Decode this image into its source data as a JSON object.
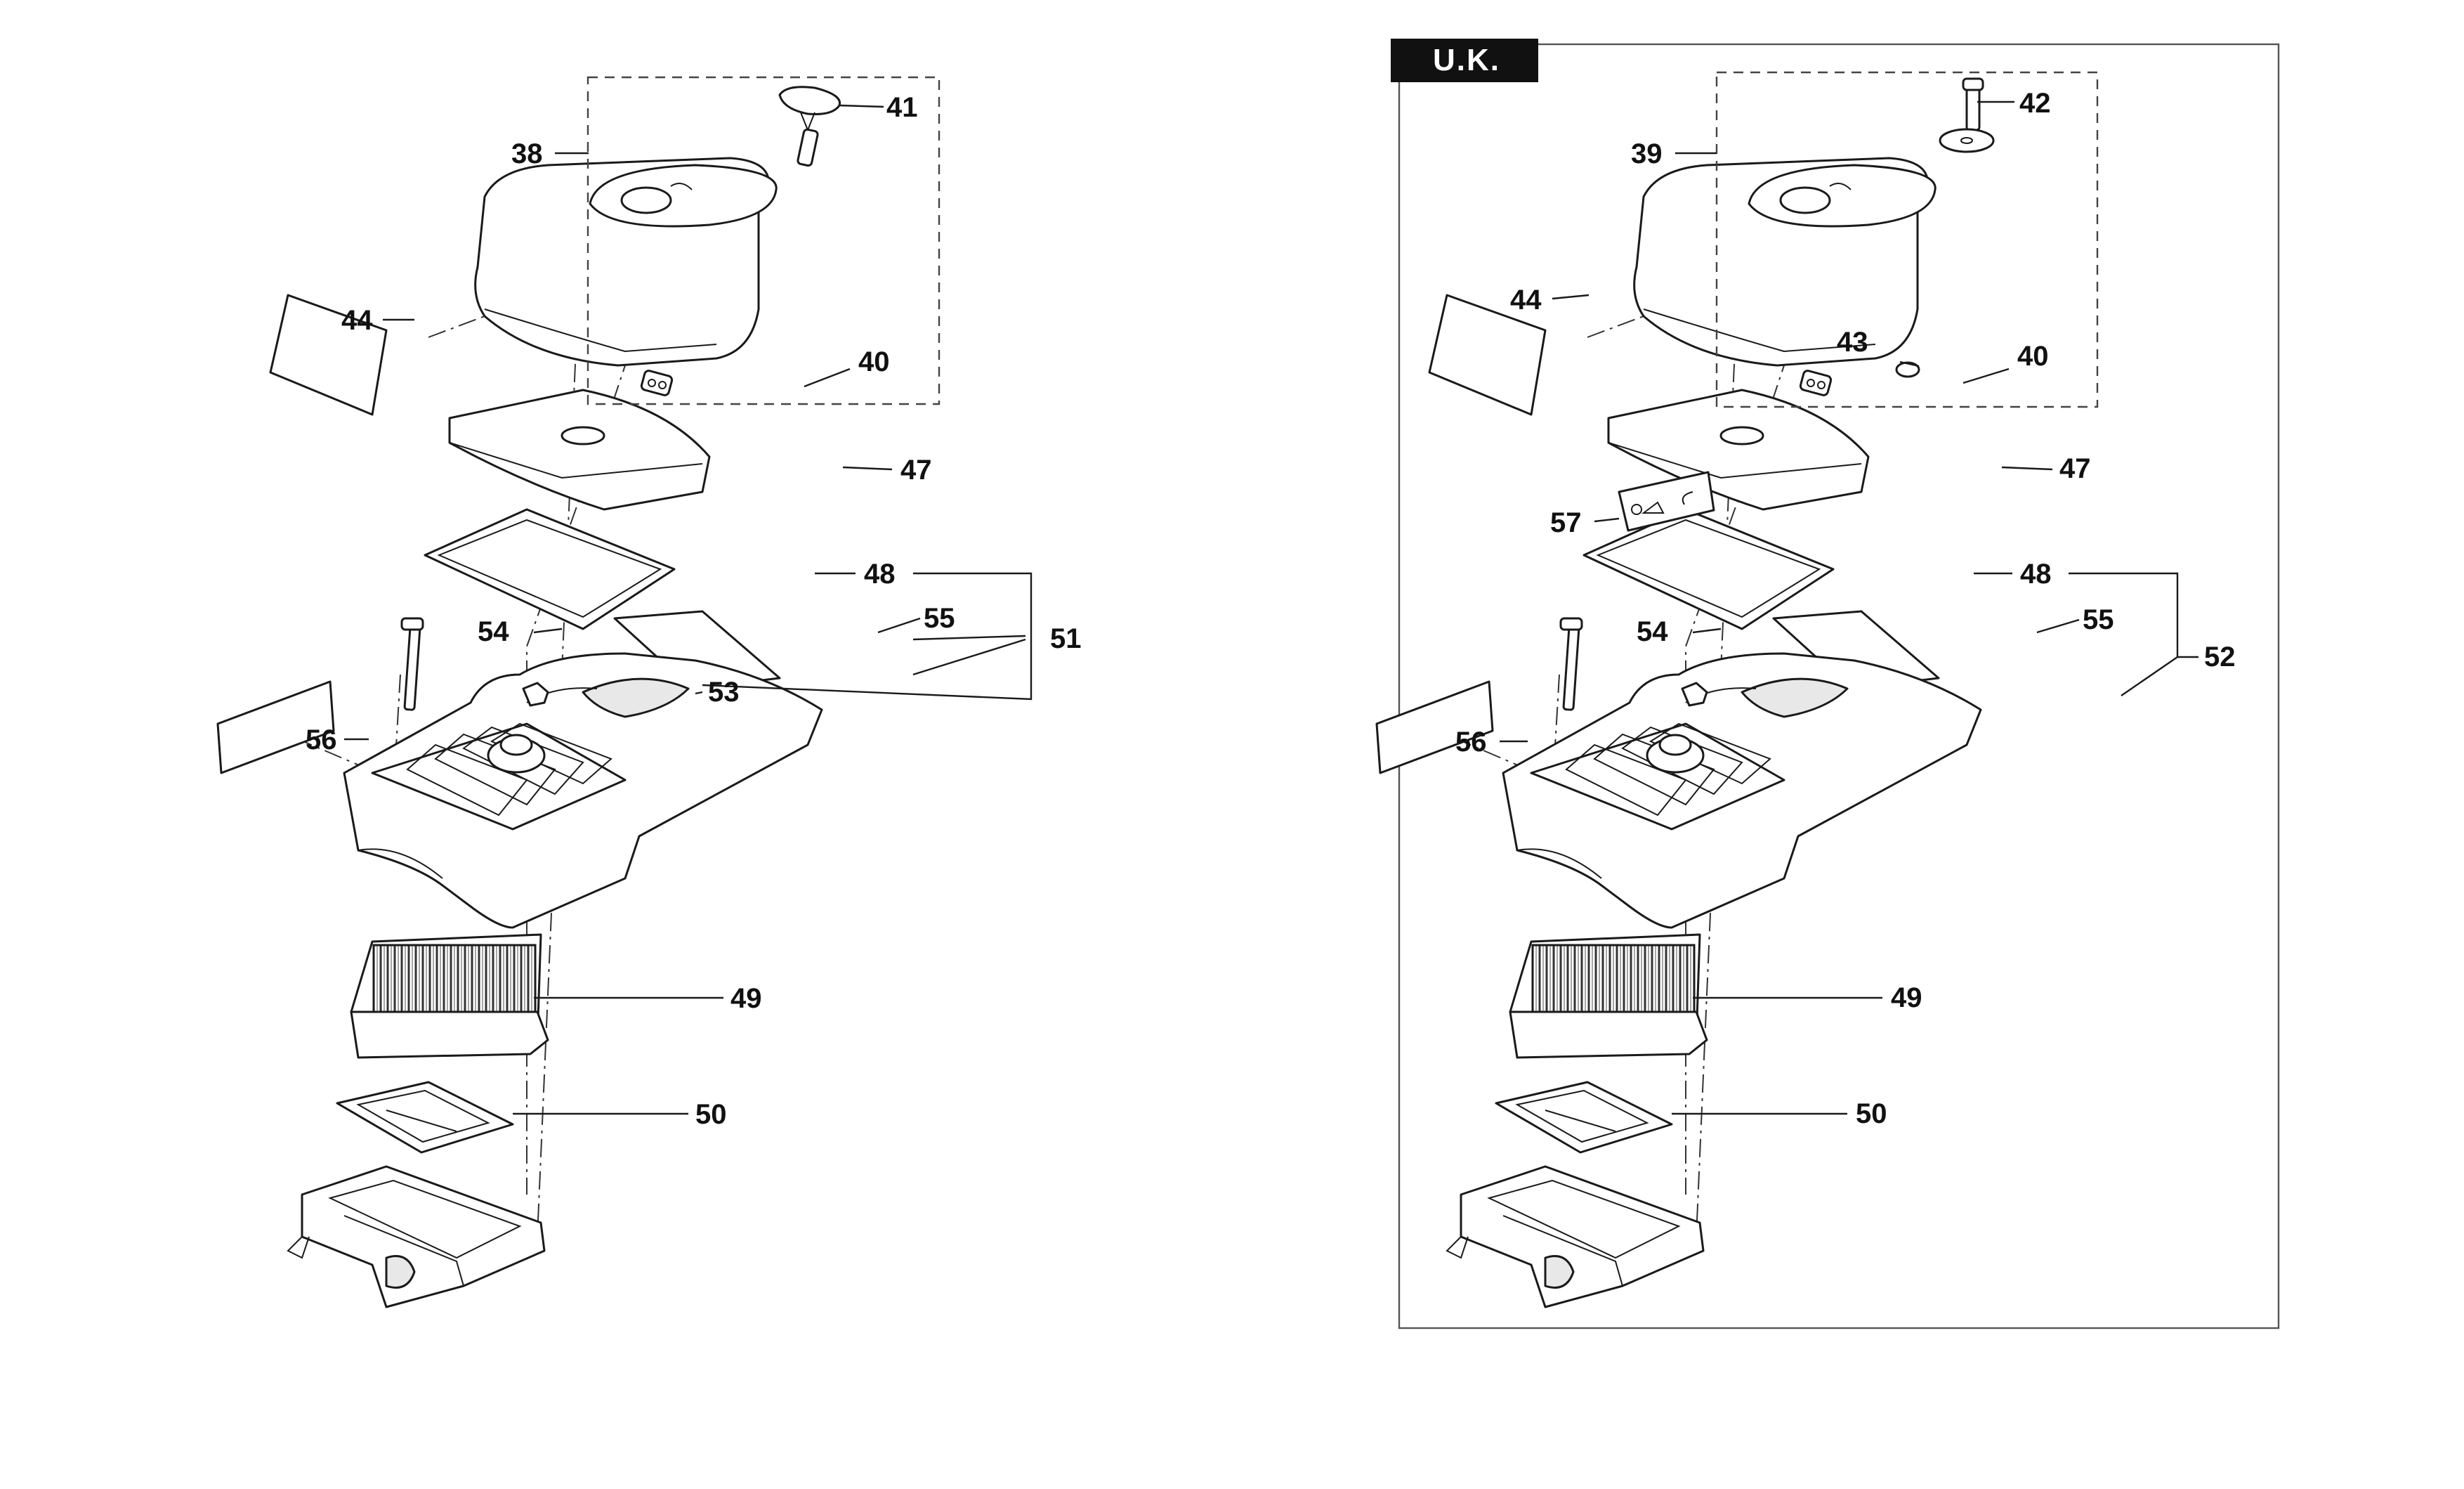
{
  "variants": [
    {
      "key": "standard",
      "tag": "",
      "callouts": {
        "cover_kit": "38",
        "cover": "44",
        "knob": "41",
        "nut": "40",
        "prefilter": "47",
        "seal": "48",
        "screw": "54",
        "decal_a": "55",
        "shroud_kit": "51",
        "grommet": "53",
        "decal_b": "56",
        "filter": "49",
        "holder": "50"
      }
    },
    {
      "key": "uk",
      "tag": "U.K.",
      "callouts": {
        "cover_kit": "39",
        "cover": "44",
        "bolt": "42",
        "washer": "43",
        "nut": "40",
        "prefilter": "47",
        "decal_c": "57",
        "seal": "48",
        "screw": "54",
        "decal_a": "55",
        "shroud_kit": "52",
        "decal_b": "56",
        "filter": "49",
        "holder": "50"
      }
    }
  ]
}
